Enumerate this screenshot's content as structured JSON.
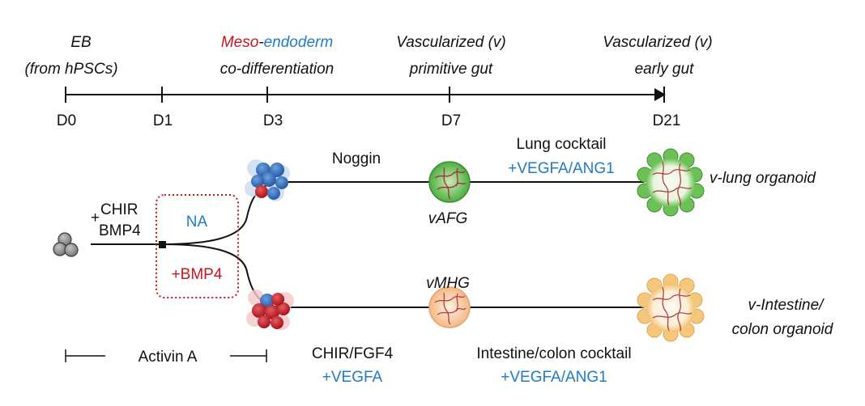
{
  "timeline": {
    "stages": [
      {
        "line1": "EB",
        "line2": "(from hPSCs)"
      },
      {
        "line1_red": "Meso",
        "line1_dash": "-",
        "line1_blue": "endoderm",
        "line2": "co-differentiation"
      },
      {
        "line1": "Vascularized (v)",
        "line2": "primitive gut"
      },
      {
        "line1": "Vascularized (v)",
        "line2": "early gut"
      }
    ],
    "days": [
      "D0",
      "D1",
      "D3",
      "D7",
      "D21"
    ]
  },
  "conditions": {
    "chir_plus": "+",
    "chir": "CHIR",
    "bmp4": "BMP4",
    "na": "NA",
    "plus_bmp4": "+BMP4",
    "noggin": "Noggin",
    "lung_cocktail": "Lung cocktail",
    "lung_vegfa_ang1": "+VEGFA/ANG1",
    "chir_fgf4": "CHIR/FGF4",
    "vegfa": "+VEGFA",
    "intestine_cocktail": "Intestine/colon cocktail",
    "intestine_vegfa_ang1": "+VEGFA/ANG1",
    "activin": "Activin A"
  },
  "structures": {
    "vafg": "vAFG",
    "vmhg": "vMHG",
    "lung_organoid": "v-lung organoid",
    "intestine_line1": "v-Intestine/",
    "intestine_line2": "colon organoid"
  },
  "colors": {
    "accent_blue": "#1f7bc6",
    "accent_red": "#c8141e",
    "lung_green": "#4caf3e",
    "intestine_peach": "#f6c89a"
  }
}
